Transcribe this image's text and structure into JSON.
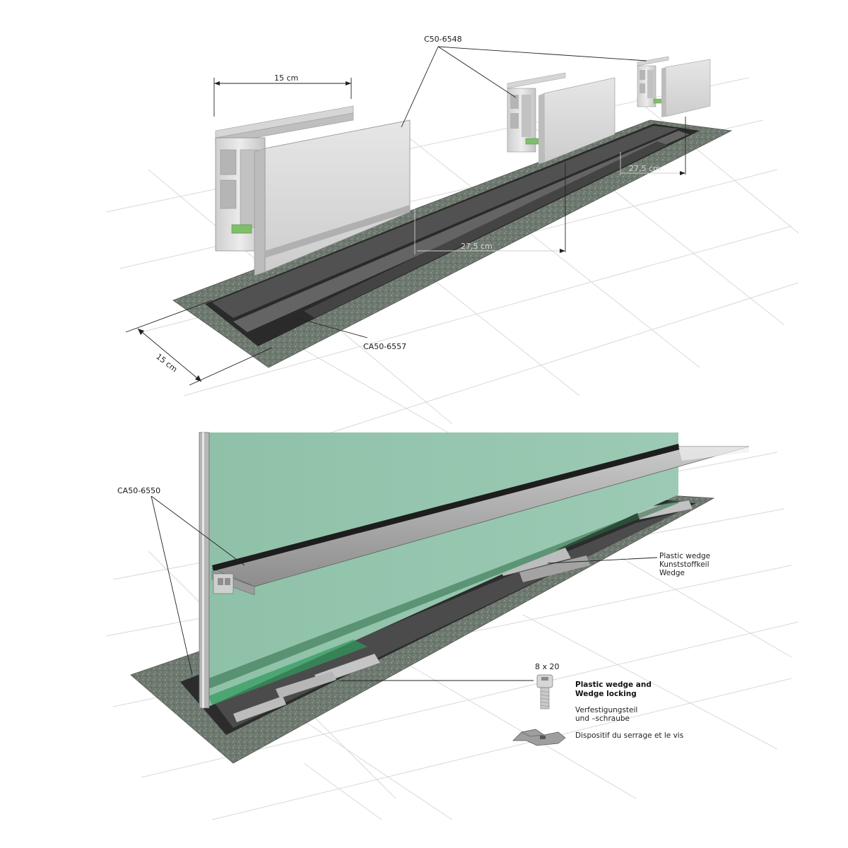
{
  "top_figure": {
    "labels": {
      "profile_code": "C50-6548",
      "channel_code": "CA50-6557",
      "width_top": "15 cm",
      "width_side": "15 cm",
      "spacing_mid": "27,5 cm",
      "spacing_right": "27,5 cm"
    }
  },
  "bottom_figure": {
    "labels": {
      "cover_code": "CA50-6550",
      "bolt_size": "8 x 20"
    },
    "legend": {
      "wedge_en": "Plastic wedge",
      "wedge_de": "Kunststoffkeil",
      "wedge_fr": "Wedge",
      "locking_en_1": "Plastic wedge and",
      "locking_en_2": "Wedge locking",
      "locking_de_1": "Verfestigungsteil",
      "locking_de_2": "und –schraube",
      "locking_fr": "Dispositif du serrage et le vis"
    }
  },
  "colors": {
    "aluminium": "#d9d9d9",
    "glass": "#93c4ab",
    "concrete": "#6f7a70",
    "channel_dark": "#2c2c2c",
    "grid": "#d9d9d9"
  }
}
